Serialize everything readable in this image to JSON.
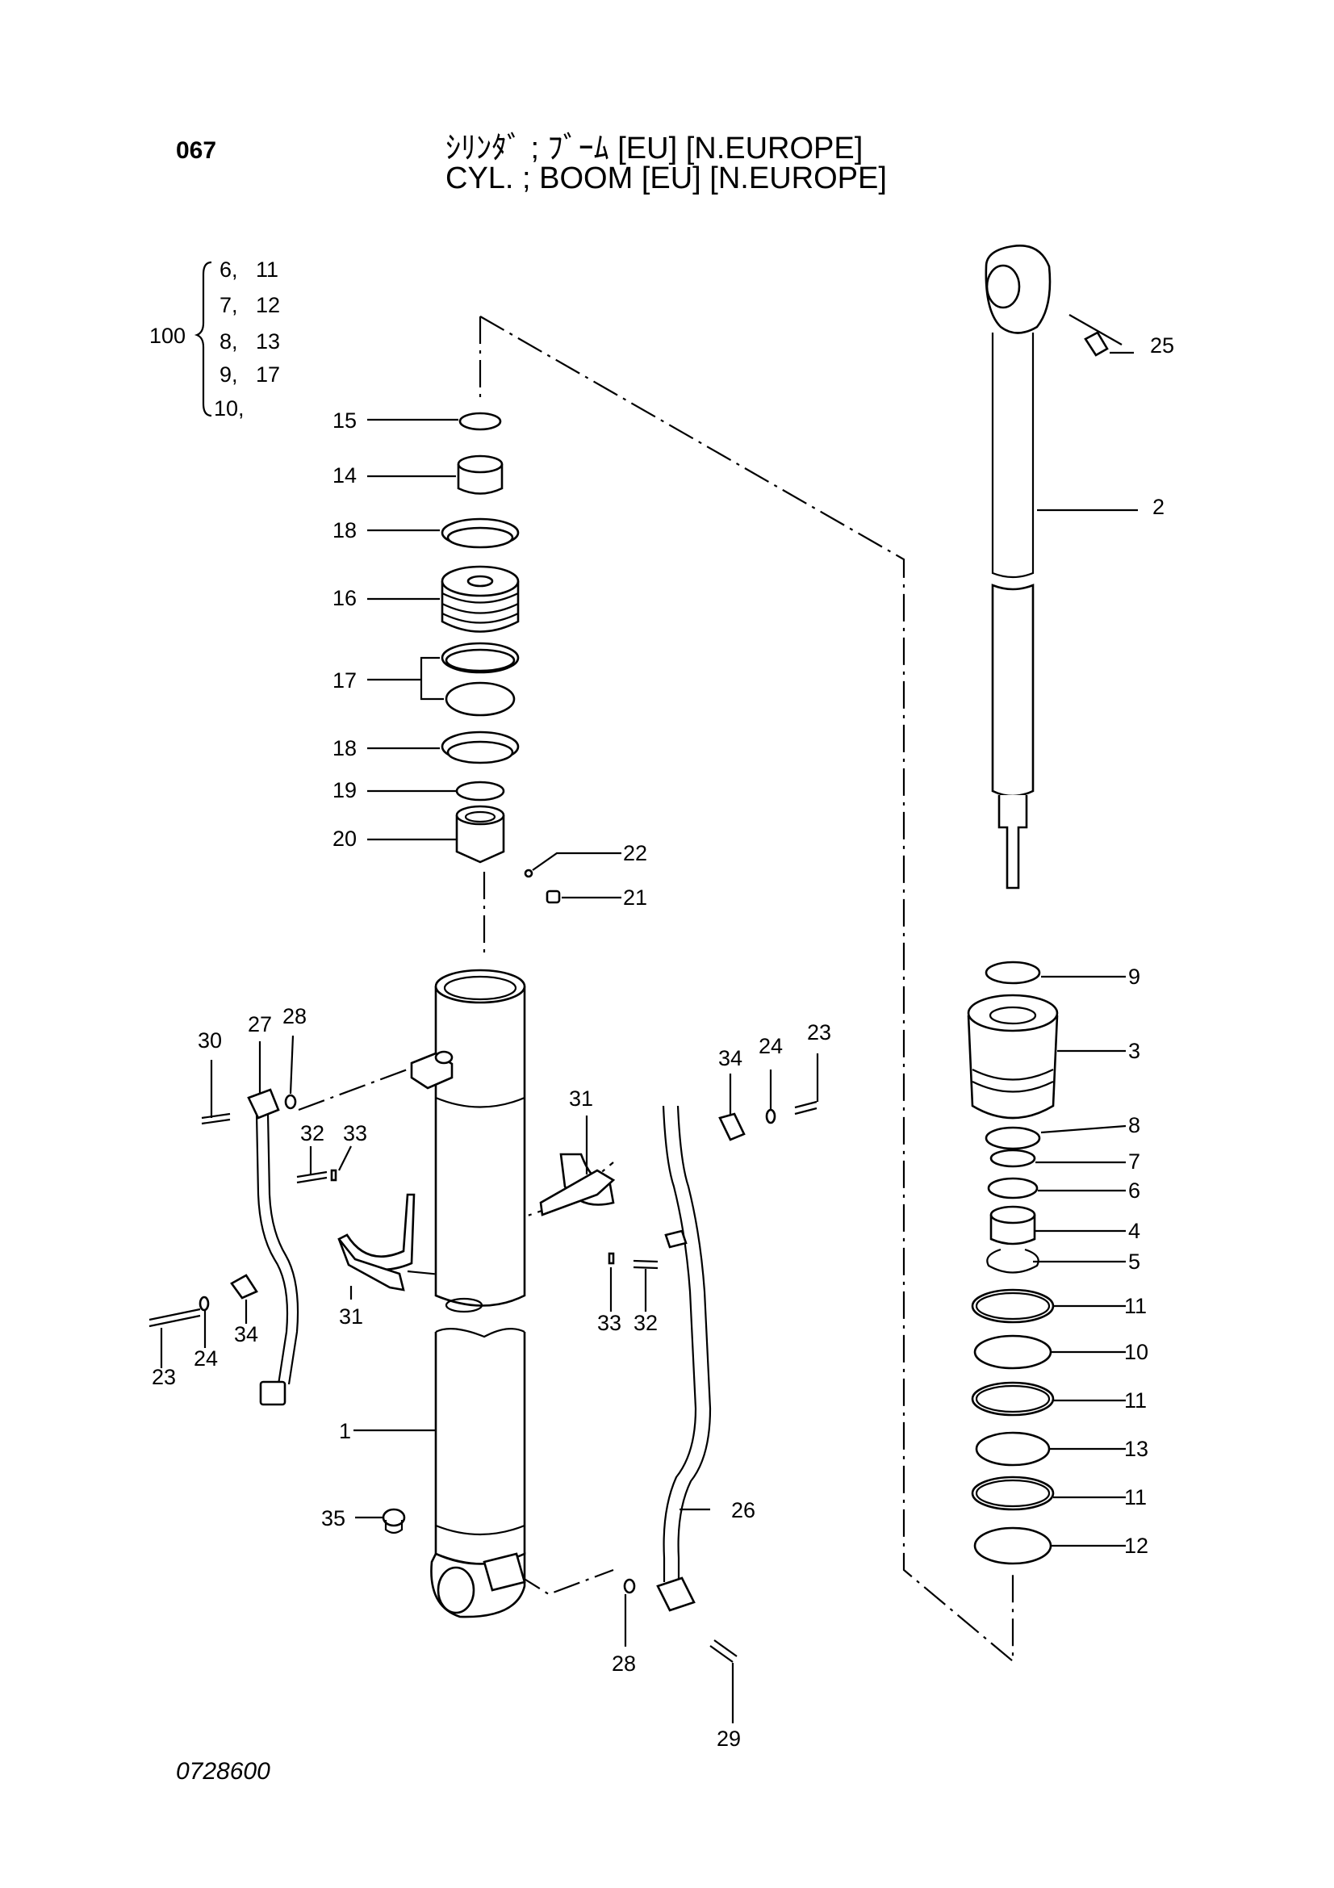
{
  "header": {
    "page_number": "067",
    "title_jp": "ｼﾘﾝﾀﾞ ; ﾌﾞｰﾑ [EU] [N.EUROPE]",
    "title_en": "CYL. ; BOOM [EU] [N.EUROPE]"
  },
  "kit": {
    "number": "100",
    "rows": [
      "6,   11",
      "7,   12",
      "8,   13",
      "9,   17",
      "10,"
    ]
  },
  "callouts": [
    "1",
    "2",
    "3",
    "4",
    "5",
    "6",
    "7",
    "8",
    "9",
    "10",
    "11",
    "12",
    "13",
    "14",
    "15",
    "16",
    "17",
    "18",
    "19",
    "20",
    "21",
    "22",
    "23",
    "24",
    "25",
    "26",
    "27",
    "28",
    "29",
    "30",
    "31",
    "32",
    "33",
    "34",
    "35"
  ],
  "footer": {
    "drawing_id": "0728600"
  }
}
